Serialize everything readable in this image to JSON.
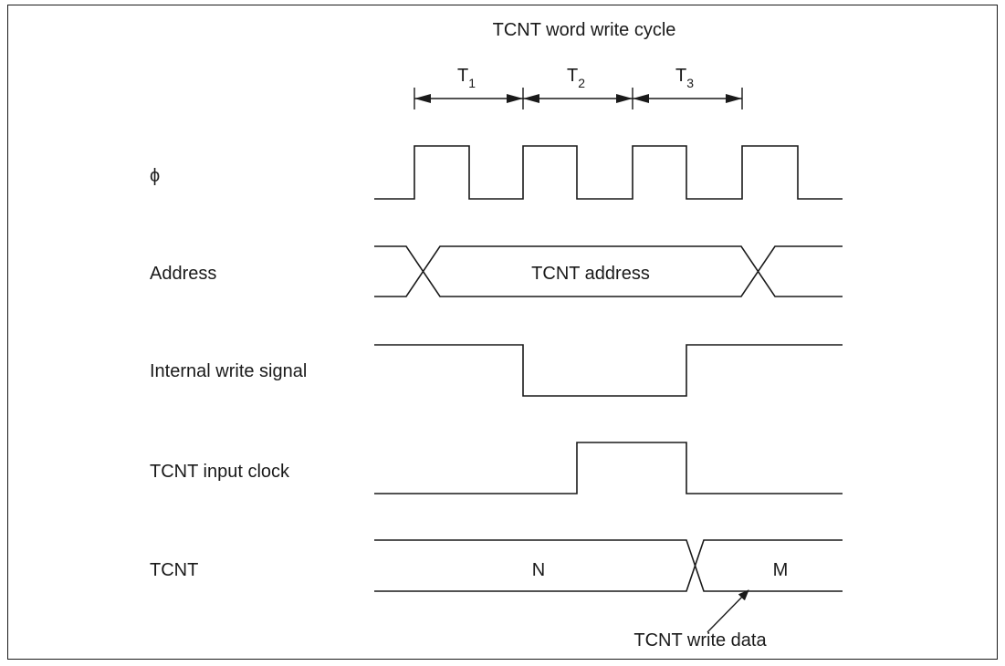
{
  "title": "TCNT word write cycle",
  "periods": [
    {
      "main": "T",
      "sub": "1"
    },
    {
      "main": "T",
      "sub": "2"
    },
    {
      "main": "T",
      "sub": "3"
    }
  ],
  "signals": {
    "phi": "ϕ",
    "address": "Address",
    "write_signal": "Internal write signal",
    "input_clock": "TCNT input clock",
    "tcnt": "TCNT"
  },
  "bus_values": {
    "address": "TCNT address",
    "tcnt_before": "N",
    "tcnt_after": "M"
  },
  "annotation": "TCNT write data"
}
